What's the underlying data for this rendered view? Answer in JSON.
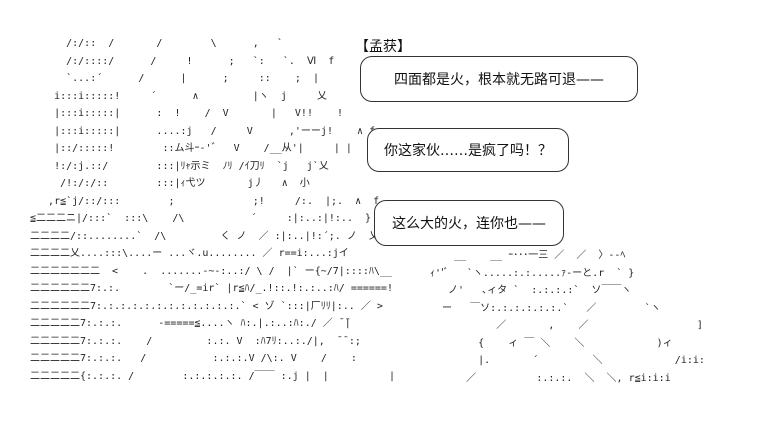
{
  "speaker": "【孟获】",
  "bubbles": [
    "四面都是火，根本就无路可退——",
    "你这家伙……是疯了吗！？",
    "这么大的火，连你也——"
  ],
  "ascii_lines": [
    "      /:/::  /       /        \\      ,   `",
    "      /:/::::/      /     !      ;   `:   `.  Ⅵ  f",
    "      `...:´      /      |      ;     ::    ;  |",
    "    i:::i:::::!     ´      ∧         |ヽ  j     乂",
    "    |:::i:::::|      :  !    /  V       |   V!!    !",
    "    |:::i:::::|      ....:j   /     V      ,'ーーj!    ∧ f",
    "    |::/:::::!        ::ム斗ｰ-'゛  V    /__从'|     | |",
    "    !:/:j.::/        :::|ﾘｬ示ミ  ﾉﾘ /ｲ刀ﾘ  `j   j`乂",
    "     /!:/:/::        :::|ｨ弋ツ       j丿   ∧  小",
    "   ,r≦`j/::/:::        ;             ;!     /:.  |;.  ∧  f",
    "≦二二二ニ|/:::`  :::\\    /\\           ´     :|:..:|!:..  }",
    "二二二二/::........`  /\\         く ノ  ／ :|:..|!:´;. ノ  乂",
    "二二二二乂....:::\\....ー ...ヾ.u........ ／ r==i:...:jイ",
    "二二二二二二二  <    .  .......-~-:..:/ \\ /  |` ー{~/7|::::ﾊ\\__",
    "二二二二二二7:.:.        `ー/_=ir` |r≦ﾊ/_.!::.!:.:..:ﾊ/ ======!",
    "二二二二二二7:.:.:.:.:.:.:.:.:.:.:.:.` < ゾ `:::|厂ﾘﾘ|:.. ／ >",
    "二二二二二7:.:.:.      -=====≦....ヽ ﾊ:.|.:..:ﾊ:./ ／ ̄ ̄|",
    "二二二二二7:.:.:.    /         :.:. V  :ﾊ7ﾘ:..:./|,  ̄ ̄ :;",
    "二二二二二7:.:.:.   /           :.:.:.V /\\:. V    /    :",
    "二二二二二{:.:.:. /        :.:.:.:.:. /￣￣ :.j |  |          |"
  ],
  "ascii_lines_right": [
    "    __    __ ｰ･･･一三 ／  ／  〉--ﾍ",
    "ｨ''ﾞ   `ヽ.....:.:.....ｧ-ーと.r  ` }",
    "   ノ'   ､ィタ `  :.:.:.:`  ソ￣￣ヽ",
    "  ー   ￣ソ:.:.:.:.:.:.`   ／        `ヽ",
    "           ／       ,    ／                  ]",
    "        {    ィ ￣ ＼    ＼            )ィ",
    "        |.       ´         ＼            /i:i:",
    "      ／          :.:.:.  ＼  ＼, r≦i:i:i"
  ]
}
